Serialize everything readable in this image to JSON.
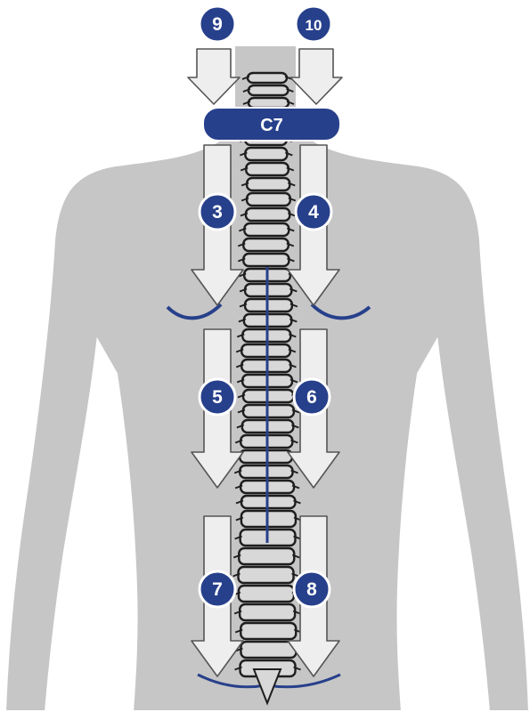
{
  "colors": {
    "body_fill": "#c6c6c6",
    "body_outline": "#ffffff",
    "accent": "#27408b",
    "badge_ring": "#ffffff",
    "arrow_fill": "#eeeeee",
    "arrow_stroke": "#555555",
    "spine_stroke": "#1e1e1e",
    "spine_fill": "#d8d8d8"
  },
  "c7_label": "C7",
  "markers": [
    {
      "id": "9",
      "label": "9"
    },
    {
      "id": "10",
      "label": "10"
    },
    {
      "id": "3",
      "label": "3"
    },
    {
      "id": "4",
      "label": "4"
    },
    {
      "id": "5",
      "label": "5"
    },
    {
      "id": "6",
      "label": "6"
    },
    {
      "id": "7",
      "label": "7"
    },
    {
      "id": "8",
      "label": "8"
    }
  ],
  "arrows": [
    {
      "id": "9",
      "direction": "down"
    },
    {
      "id": "10",
      "direction": "down"
    },
    {
      "id": "3",
      "direction": "down"
    },
    {
      "id": "4",
      "direction": "down"
    },
    {
      "id": "5",
      "direction": "down"
    },
    {
      "id": "6",
      "direction": "down"
    },
    {
      "id": "7",
      "direction": "down"
    },
    {
      "id": "8",
      "direction": "down"
    }
  ]
}
